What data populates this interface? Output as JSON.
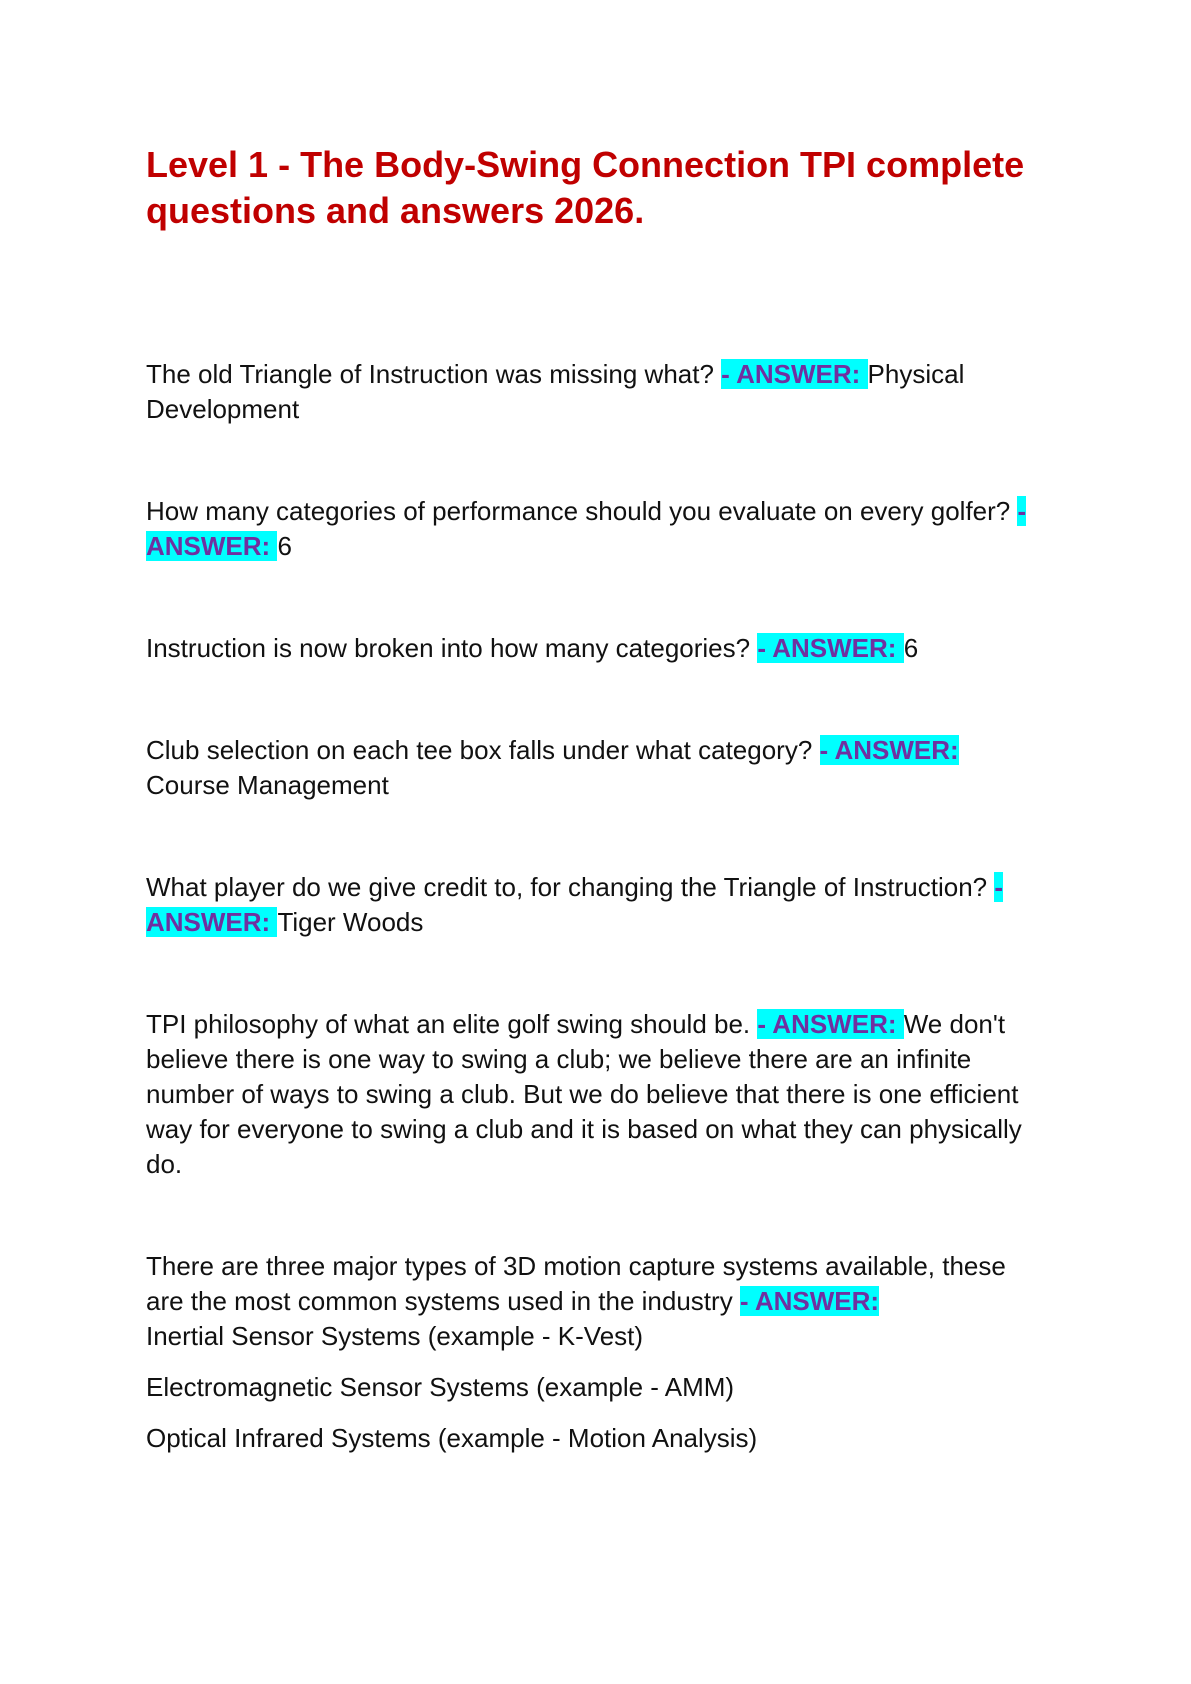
{
  "document": {
    "title": "Level 1 - The Body-Swing Connection TPI complete questions and answers 2026.",
    "answer_marker": "- ANSWER: ",
    "colors": {
      "title": "#c00000",
      "answer_marker_text": "#7030a0",
      "answer_marker_highlight": "#00ffff"
    },
    "items": [
      {
        "question": "The old Triangle of Instruction was missing what? ",
        "answer": "Physical Development"
      },
      {
        "question": "How many categories of performance should you evaluate on every golfer? ",
        "answer": "6"
      },
      {
        "question": "Instruction is now broken into how many categories? ",
        "answer": "6"
      },
      {
        "question": "Club selection on each tee box falls under what category? ",
        "answer": "Course Management"
      },
      {
        "question": "What player do we give credit to, for changing the Triangle of Instruction? ",
        "answer": "Tiger Woods"
      },
      {
        "question": "TPI philosophy of what an elite golf swing should be. ",
        "answer": "We don't believe there is one way to swing a club; we believe there are an infinite number of ways to swing a club. But we do believe that there is one efficient way for everyone to swing a club and it is based on what they can physically do."
      },
      {
        "question": "There are three major types of 3D motion capture systems available, these are the most common systems used in the industry ",
        "answer": "Inertial Sensor Systems (example - K-Vest)",
        "extra_lines": [
          "Electromagnetic Sensor Systems (example - AMM)",
          "Optical Infrared Systems (example - Motion Analysis)"
        ]
      }
    ]
  }
}
